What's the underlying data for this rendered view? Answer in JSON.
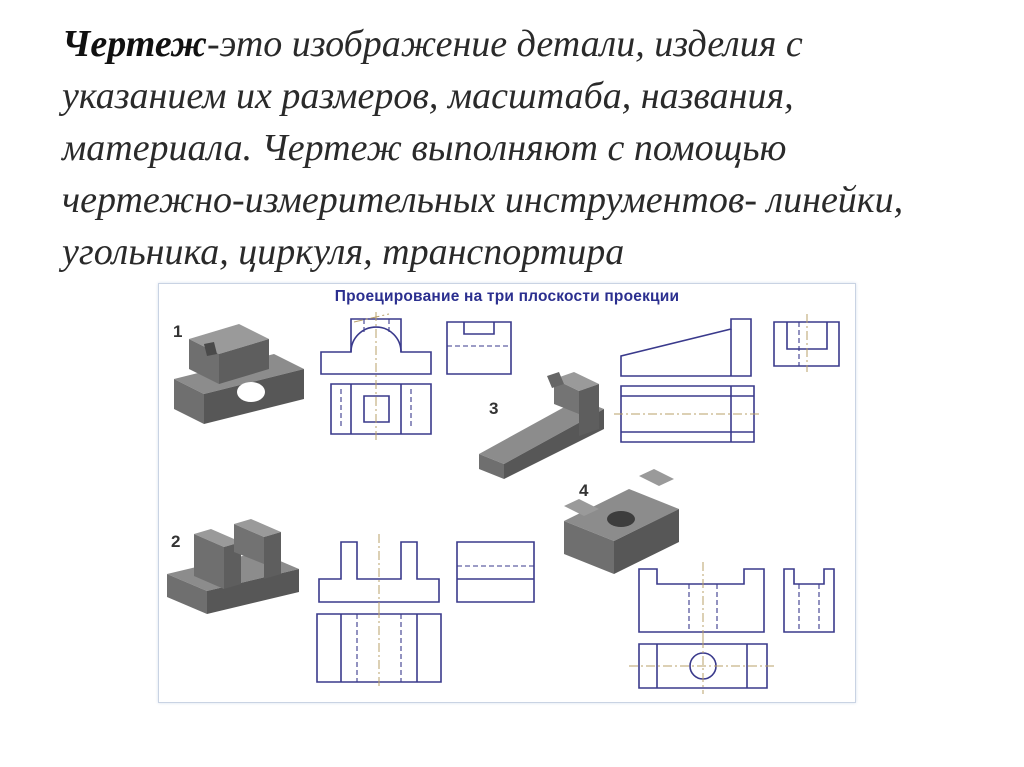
{
  "definition": {
    "term": "Чертеж",
    "text": "-это изображение детали, изделия с указанием их размеров, масштаба, названия, материала. Чертеж выполняют с помощью чертежно-измерительных инструментов- линейки, угольника, циркуля, транспортира"
  },
  "figure": {
    "title": "Проецирование на три плоскости проекции",
    "numbers": [
      "1",
      "2",
      "3",
      "4"
    ]
  },
  "colors": {
    "text": "#2a2a2a",
    "figure_title": "#2b2f8f",
    "drawing_lines": "#3a3a8c",
    "solid_top": "#8c8c8c",
    "solid_front": "#6f6f6f",
    "solid_side": "#575757"
  }
}
